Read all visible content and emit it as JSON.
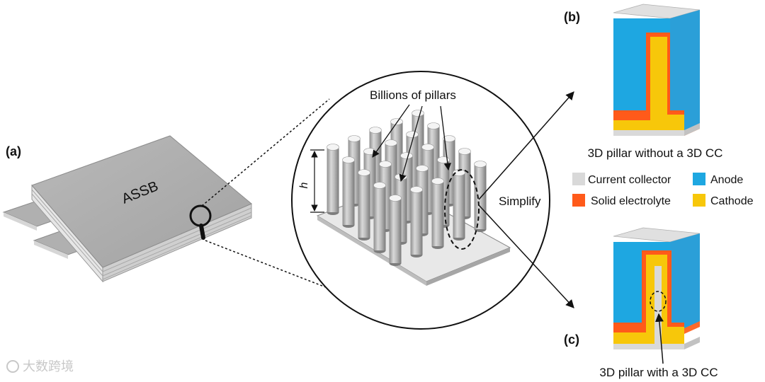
{
  "labels": {
    "panel_a": "(a)",
    "panel_b": "(b)",
    "panel_c": "(c)",
    "battery": "ASSB",
    "pillars_callout": "Billions of pillars",
    "height": "h",
    "simplify": "Simplify",
    "caption_b": "3D pillar without a 3D CC",
    "caption_c": "3D pillar with a 3D CC"
  },
  "legend": [
    {
      "label": "Current collector",
      "color": "#d9d9d9"
    },
    {
      "label": "Anode",
      "color": "#1ea7e1"
    },
    {
      "label": "Solid electrolyte",
      "color": "#ff5a1a"
    },
    {
      "label": "Cathode",
      "color": "#f7c70a"
    }
  ],
  "colors": {
    "battery_text": "#c0282d",
    "current_collector": "#d9d9d9",
    "anode": "#1ea7e1",
    "electrolyte": "#ff5a1a",
    "cathode": "#f7c70a"
  },
  "watermark": "大数跨境"
}
